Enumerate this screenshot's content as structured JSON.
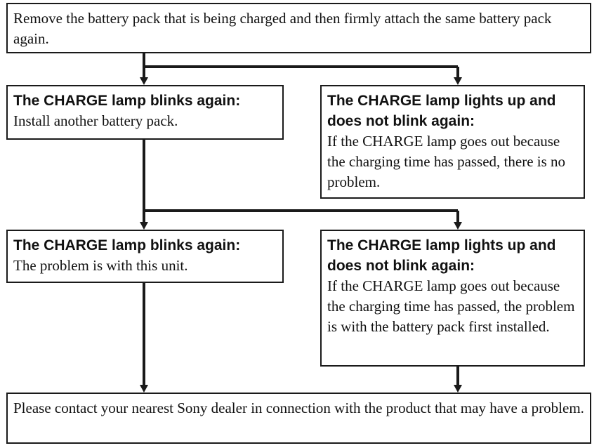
{
  "flowchart": {
    "start": {
      "text": "Remove the battery pack that is being charged and then firmly attach the same battery pack again."
    },
    "step1_left": {
      "heading": "The CHARGE lamp blinks again:",
      "text": "Install another battery pack."
    },
    "step1_right": {
      "heading": "The CHARGE lamp lights up and does not blink again:",
      "text": "If the CHARGE lamp goes out because the charging time has passed,  there is no problem."
    },
    "step2_left": {
      "heading": "The CHARGE lamp blinks again:",
      "text": "The problem is with this unit."
    },
    "step2_right": {
      "heading": "The CHARGE lamp lights up and does not blink again:",
      "text": "If the CHARGE lamp goes out because the charging time has passed,  the problem is with the battery pack first installed."
    },
    "end": {
      "text": "Please contact your nearest Sony dealer in connection with the product that may have a problem."
    }
  },
  "colors": {
    "line": "#1a1a1a",
    "text": "#111111",
    "background": "#ffffff"
  }
}
